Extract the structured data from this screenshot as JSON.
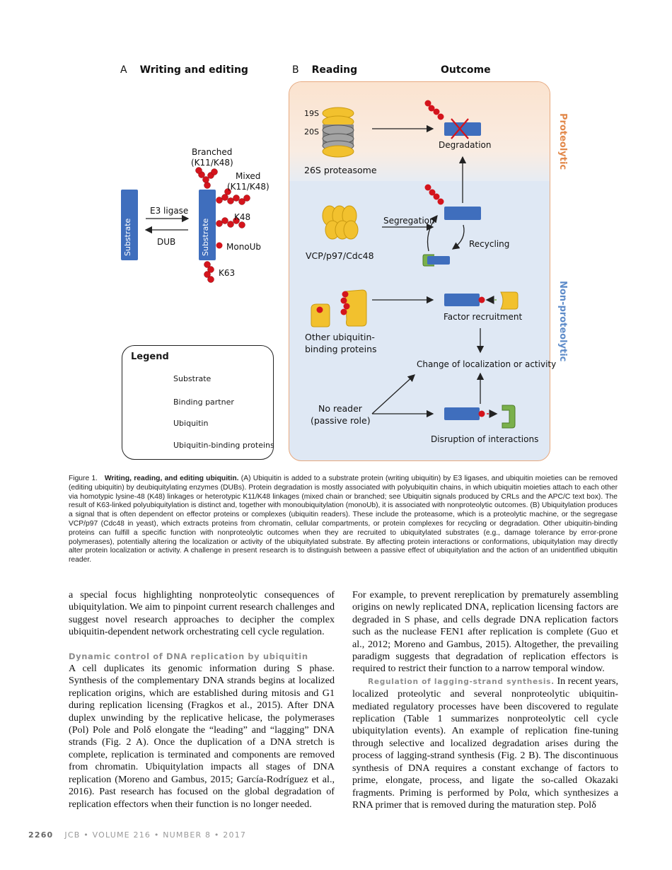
{
  "figure": {
    "panel_a": {
      "letter": "A",
      "title": "Writing and editing",
      "branched": "Branched",
      "branched_sub": "(K11/K48)",
      "mixed": "Mixed",
      "mixed_sub": "(K11/K48)",
      "e3": "E3 ligase",
      "dub": "DUB",
      "k48": "K48",
      "monoub": "MonoUb",
      "k63": "K63",
      "substrate": "Substrate"
    },
    "panel_b": {
      "letter": "B",
      "title": "Reading",
      "outcome": "Outcome",
      "s19": "19S",
      "s20": "20S",
      "proteasome": "26S proteasome",
      "degradation": "Degradation",
      "segregation": "Segregation",
      "recycling": "Recycling",
      "vcp": "VCP/p97/Cdc48",
      "factor_recruitment": "Factor recruitment",
      "other_ub_1": "Other ubiquitin-",
      "other_ub_2": "binding proteins",
      "change": "Change of localization or activity",
      "no_reader_1": "No reader",
      "no_reader_2": "(passive role)",
      "disruption": "Disruption of interactions",
      "proteolytic": "Proteolytic",
      "non_proteolytic": "Non-proteolytic"
    },
    "legend": {
      "title": "Legend",
      "substrate": "Substrate",
      "binding_partner": "Binding partner",
      "ubiquitin": "Ubiquitin",
      "ub_binding": "Ubiquitin-binding proteins"
    },
    "colors": {
      "substrate": "#3f6ebd",
      "ubiquitin": "#d4141c",
      "binding_partner": "#7ab04b",
      "ub_binding": "#f2c12e",
      "proteolytic": "#e2884a",
      "non_proteolytic": "#5d8bc9"
    }
  },
  "caption": {
    "label": "Figure 1.",
    "title": "Writing, reading, and editing ubiquitin.",
    "text": "(A) Ubiquitin is added to a substrate protein (writing ubiquitin) by E3 ligases, and ubiquitin moieties can be removed (editing ubiquitin) by deubiquitylating enzymes (DUBs). Protein degradation is mostly associated with polyubiquitin chains, in which ubiquitin moieties attach to each other via homotypic lysine-48 (K48) linkages or heterotypic K11/K48 linkages (mixed chain or branched; see Ubiquitin signals produced by CRLs and the APC/C text box). The result of K63-linked polyubiquitylation is distinct and, together with monoubiquitylation (monoUb), it is associated with nonproteolytic outcomes. (B) Ubiquitylation produces a signal that is often dependent on effector proteins or complexes (ubiquitin readers). These include the proteasome, which is a proteolytic machine, or the segregase VCP/p97 (Cdc48 in yeast), which extracts proteins from chromatin, cellular compartments, or protein complexes for recycling or degradation. Other ubiquitin-binding proteins can fulfill a specific function with nonproteolytic outcomes when they are recruited to ubiquitylated substrates (e.g., damage tolerance by error-prone polymerases), potentially altering the localization or activity of the ubiquitylated substrate. By affecting protein interactions or conformations, ubiquitylation may directly alter protein localization or activity. A challenge in present research is to distinguish between a passive effect of ubiquitylation and the action of an unidentified ubiquitin reader."
  },
  "body": {
    "left_p1": "a special focus highlighting nonproteolytic consequences of ubiquitylation. We aim to pinpoint current research challenges and suggest novel research approaches to decipher the complex ubiquitin-dependent network orchestrating cell cycle regulation.",
    "section_heading": "Dynamic control of DNA replication by ubiquitin",
    "left_p2": "A cell duplicates its genomic information during S phase. Synthesis of the complementary DNA strands begins at localized replication origins, which are established during mitosis and G1 during replication licensing (Fragkos et al., 2015). After DNA duplex unwinding by the replicative helicase, the polymerases (Pol) Pole and Polδ elongate the “leading” and “lagging” DNA strands (Fig. 2 A). Once the duplication of a DNA stretch is complete, replication is terminated and components are removed from chromatin. Ubiquitylation impacts all stages of DNA replication (Moreno and Gambus, 2015; García-Rodríguez et al., 2016). Past research has focused on the global degradation of replication effectors when their function is no longer needed.",
    "right_p1": "For example, to prevent rereplication by prematurely assembling origins on newly replicated DNA, replication licensing factors are degraded in S phase, and cells degrade DNA replication factors such as the nuclease FEN1 after replication is complete (Guo et al., 2012; Moreno and Gambus, 2015). Altogether, the prevailing paradigm suggests that degradation of replication effectors is required to restrict their function to a narrow temporal window.",
    "runin_heading": "Regulation of lagging-strand synthesis.",
    "right_p2": "In recent years, localized proteolytic and several nonproteolytic ubiquitin-mediated regulatory processes have been discovered to regulate replication (Table 1 summarizes nonproteolytic cell cycle ubiquitylation events). An example of replication fine-tuning through selective and localized degradation arises during the process of lagging-strand synthesis (Fig. 2 B). The discontinuous synthesis of DNA requires a constant exchange of factors to prime, elongate, process, and ligate the so-called Okazaki fragments. Priming is performed by Polα, which synthesizes a RNA primer that is removed during the maturation step. Polδ"
  },
  "footer": {
    "page": "2260",
    "journal": "JCB • VOLUME 216 • NUMBER 8 • 2017"
  }
}
